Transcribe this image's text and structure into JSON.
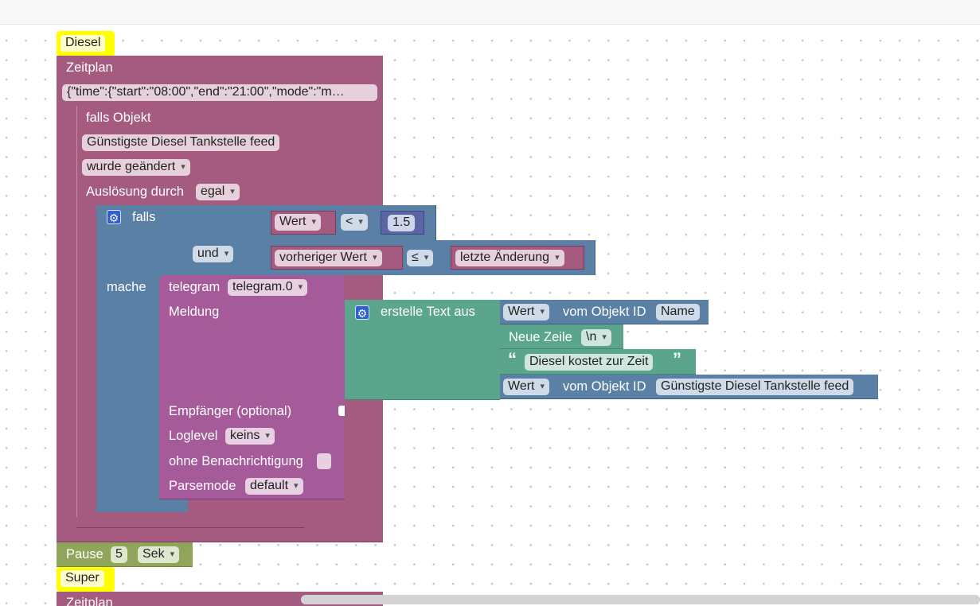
{
  "app": {
    "colors": {
      "canvas": "#ffffff",
      "schedule": "#a55b80",
      "trigger": "#a55b80",
      "logic": "#5b80a5",
      "telegram": "#a55b99",
      "text": "#5ba58c",
      "value": "#5b80a5",
      "timer": "#8fa55b",
      "comment": "#ffff00"
    }
  },
  "blocks": {
    "comment1": "Diesel",
    "schedule": {
      "label": "Zeitplan",
      "value": "{\"time\":{\"start\":\"08:00\",\"end\":\"21:00\",\"mode\":\"m…"
    },
    "trigger": {
      "label": "falls Objekt",
      "object": "Günstigste Diesel Tankstelle feed",
      "condition": "wurde geändert",
      "source_label": "Auslösung durch",
      "source": "egal"
    },
    "if": {
      "label": "falls",
      "do_label": "mache",
      "and_label": "und",
      "cond1": {
        "left": "Wert",
        "op": "<",
        "right": "1.5"
      },
      "cond2": {
        "left": "vorheriger Wert",
        "op": "≤",
        "right": "letzte Änderung"
      }
    },
    "telegram": {
      "label": "telegram",
      "instance": "telegram.0",
      "message_label": "Meldung",
      "recipient_label": "Empfänger (optional)",
      "loglevel_label": "Loglevel",
      "loglevel": "keins",
      "silent_label": "ohne Benachrichtigung",
      "parsemode_label": "Parsemode",
      "parsemode": "default"
    },
    "text": {
      "label": "erstelle Text aus",
      "item1": {
        "prop": "Wert",
        "of_label": "vom Objekt ID",
        "object": "Name"
      },
      "item2": {
        "label": "Neue Zeile",
        "value": "\\n"
      },
      "item3": {
        "open_quote": "“",
        "text": "Diesel kostet zur Zeit",
        "close_quote": "”"
      },
      "item4": {
        "prop": "Wert",
        "of_label": "vom Objekt ID",
        "object": "Günstigste Diesel Tankstelle feed"
      }
    },
    "pause": {
      "label": "Pause",
      "value": "5",
      "unit": "Sek"
    },
    "comment2": "Super",
    "schedule2": {
      "label": "Zeitplan"
    }
  }
}
